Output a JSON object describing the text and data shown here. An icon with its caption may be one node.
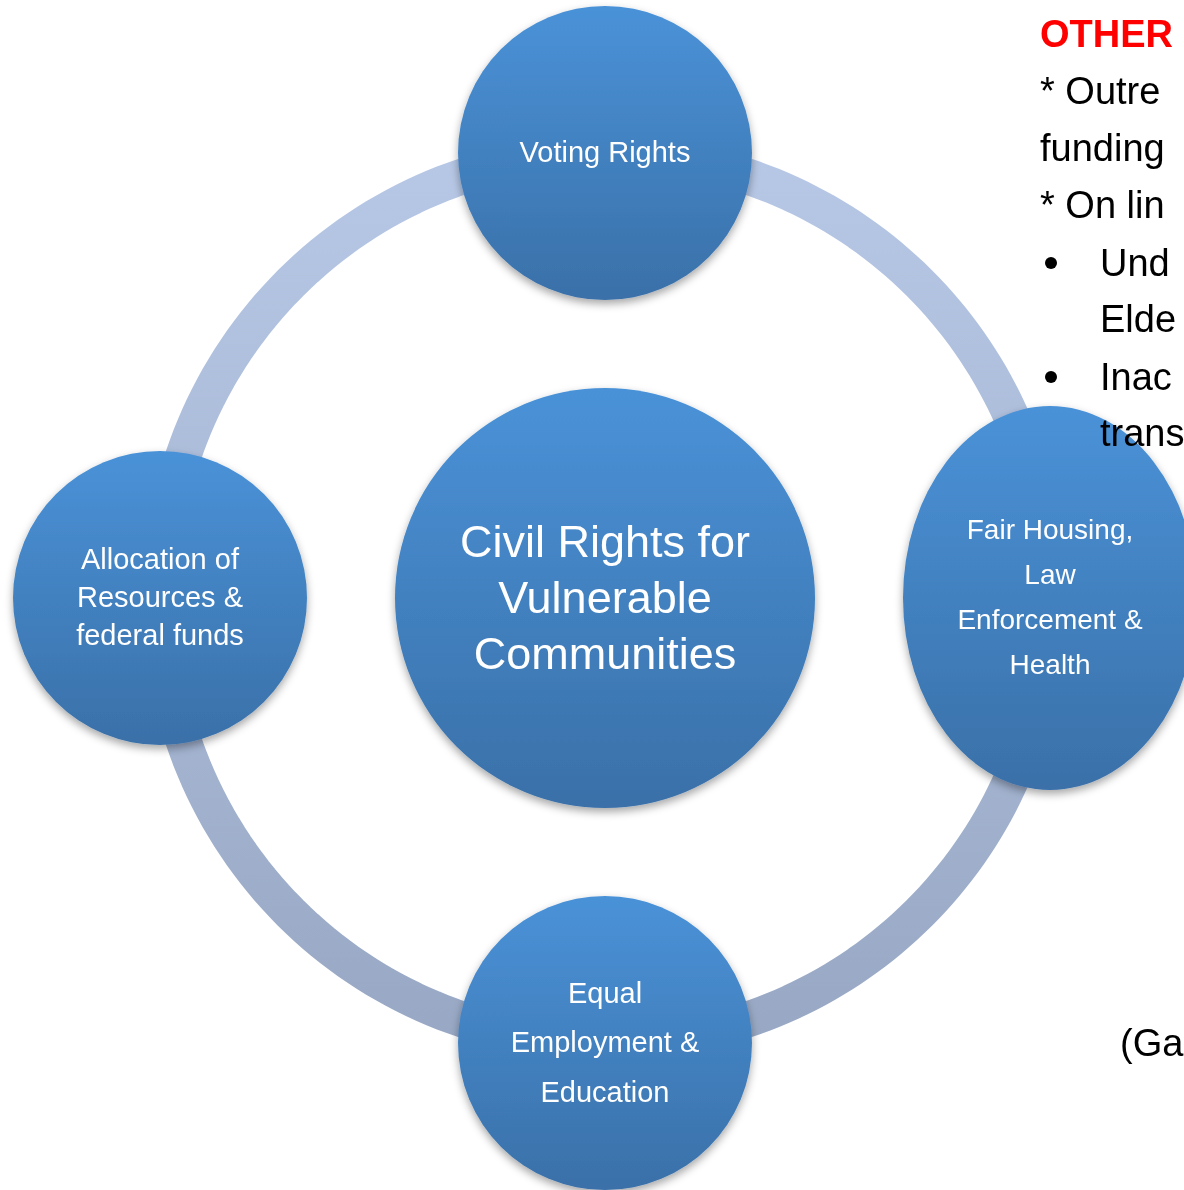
{
  "diagram": {
    "nodes": [
      {
        "text": [
          "Civil Rights for Vulnerable Communities"
        ]
      },
      {
        "text": [
          "Voting Rights"
        ]
      },
      {
        "text": [
          "Fair Housing, Law Enforcement & Health"
        ]
      },
      {
        "text": [
          "Equal Employment & Education"
        ]
      },
      {
        "text": [
          "Allocation of Resources & federal funds"
        ]
      }
    ],
    "edges": [
      {
        "from": 1,
        "to": 2,
        "arrow": "none"
      },
      {
        "from": 2,
        "to": 3,
        "arrow": "none"
      },
      {
        "from": 3,
        "to": 4,
        "arrow": "none"
      },
      {
        "from": 4,
        "to": 1,
        "arrow": "none"
      }
    ],
    "labels": [
      "OTHER",
      "* Outre",
      "funding",
      "* On lin",
      "Und",
      "Elde",
      "Inac",
      "trans",
      "(Ga"
    ]
  }
}
